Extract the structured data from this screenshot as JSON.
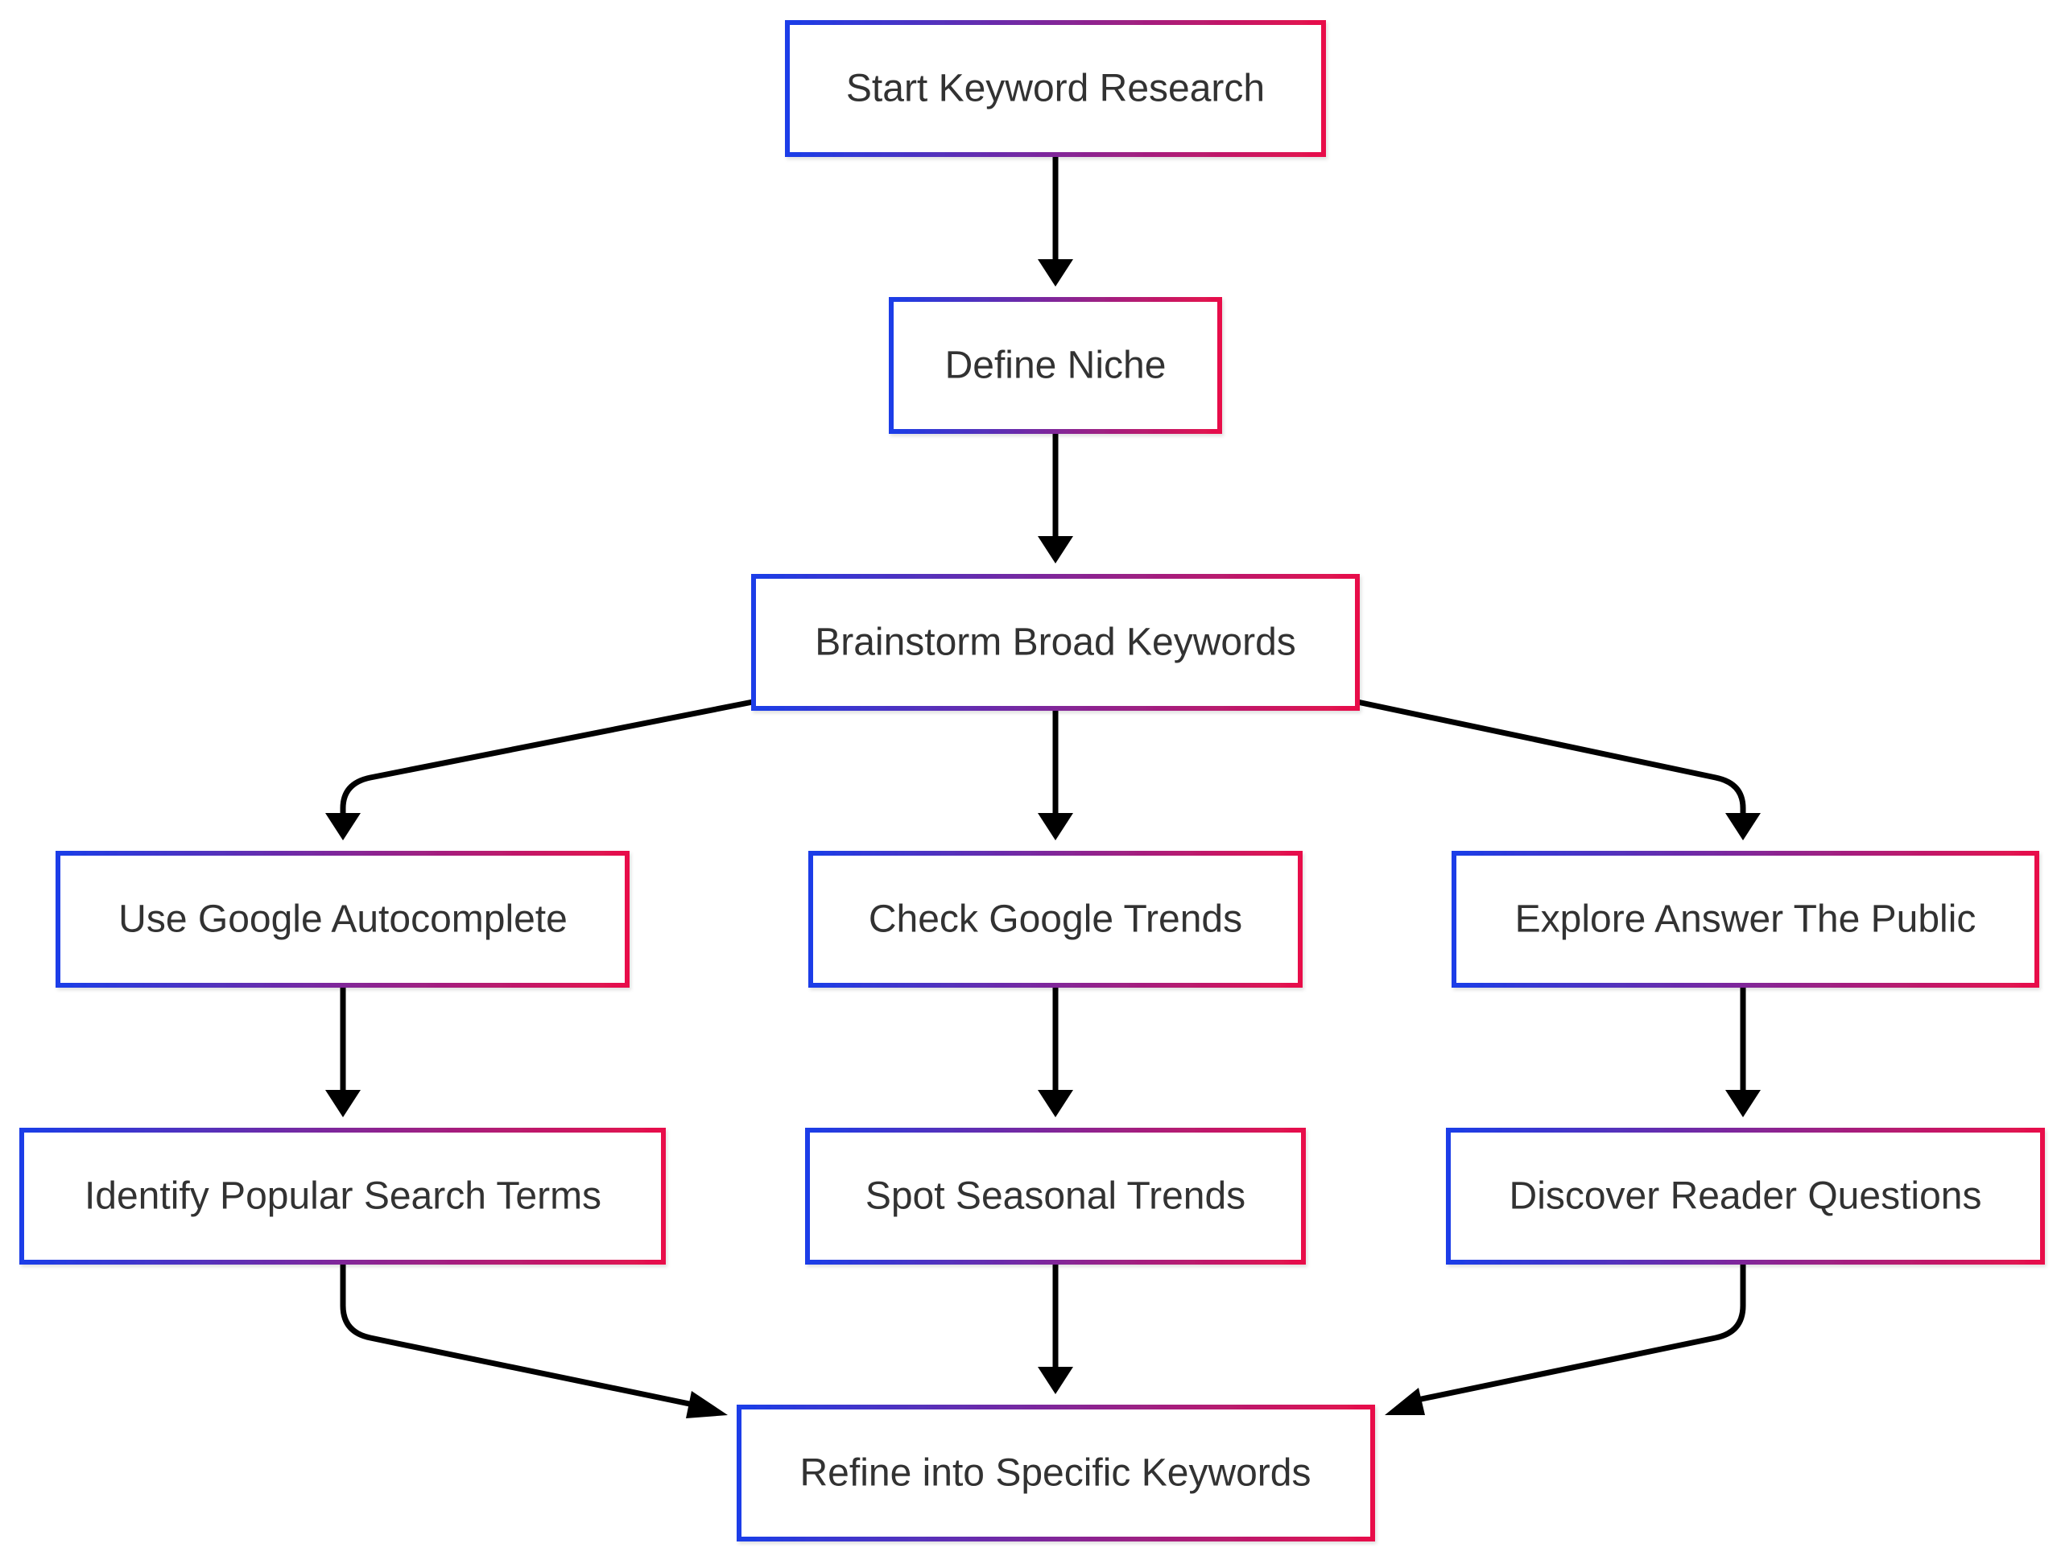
{
  "diagram": {
    "type": "flowchart",
    "direction": "top-down",
    "colors": {
      "border_gradient_start": "#1a3de8",
      "border_gradient_end": "#e8104a",
      "arrow": "#000000",
      "text": "#333333",
      "background": "#ffffff"
    },
    "nodes": {
      "start": {
        "label": "Start Keyword Research"
      },
      "niche": {
        "label": "Define Niche"
      },
      "brainstorm": {
        "label": "Brainstorm Broad Keywords"
      },
      "autocomplete": {
        "label": "Use Google Autocomplete"
      },
      "trends": {
        "label": "Check Google Trends"
      },
      "atp": {
        "label": "Explore Answer The Public"
      },
      "popular": {
        "label": "Identify Popular Search Terms"
      },
      "seasonal": {
        "label": "Spot Seasonal Trends"
      },
      "questions": {
        "label": "Discover Reader Questions"
      },
      "refine": {
        "label": "Refine into Specific Keywords"
      }
    },
    "edges": [
      {
        "from": "start",
        "to": "niche"
      },
      {
        "from": "niche",
        "to": "brainstorm"
      },
      {
        "from": "brainstorm",
        "to": "autocomplete"
      },
      {
        "from": "brainstorm",
        "to": "trends"
      },
      {
        "from": "brainstorm",
        "to": "atp"
      },
      {
        "from": "autocomplete",
        "to": "popular"
      },
      {
        "from": "trends",
        "to": "seasonal"
      },
      {
        "from": "atp",
        "to": "questions"
      },
      {
        "from": "popular",
        "to": "refine"
      },
      {
        "from": "seasonal",
        "to": "refine"
      },
      {
        "from": "questions",
        "to": "refine"
      }
    ]
  }
}
